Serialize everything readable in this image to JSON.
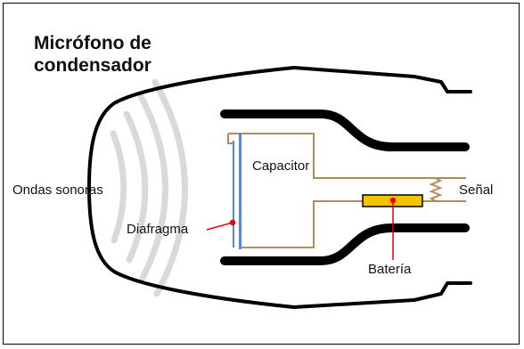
{
  "title": {
    "line1": "Micrófono de",
    "line2": "condensador"
  },
  "labels": {
    "sound_waves": "Ondas sonoras",
    "capacitor": "Capacitor",
    "signal": "Señal",
    "diaphragm": "Diafragma",
    "battery": "Batería"
  },
  "colors": {
    "outline": "#000000",
    "wave": "#d9d9d9",
    "wire": "#b58a5a",
    "diaphragm": "#4f86e8",
    "battery": "#f5c400",
    "pointer": "#e60000"
  }
}
